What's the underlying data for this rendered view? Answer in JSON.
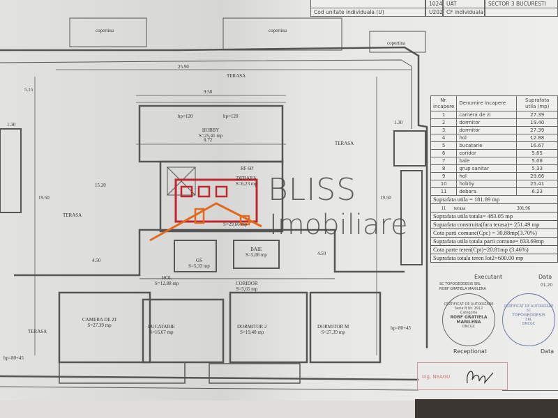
{
  "header": {
    "rows": [
      {
        "label": "Cod unitate individuala (U)",
        "value": "U202",
        "label2": "CF individuala",
        "value2": ""
      },
      {
        "label": "",
        "value": "1024",
        "label2": "UAT",
        "value2": "SECTOR 3 BUCURESTI"
      }
    ]
  },
  "plan": {
    "copertina": "copertina",
    "terasa": "TERASA",
    "dims": [
      "25.90",
      "9.50",
      "8.72",
      "19.50",
      "15.20",
      "4.50",
      "4.50",
      "5.15",
      "hp=120",
      "hp=120",
      "hp=80+45",
      "1.30",
      "1.30"
    ],
    "rooms": [
      {
        "name": "HOBBY",
        "area": "S=25,41 mp",
        "nr": "10"
      },
      {
        "name": "DEBARA",
        "area": "S=6,23 mp",
        "nr": "11"
      },
      {
        "name": "HOL",
        "area": "S=29,66 mp",
        "nr": "9"
      },
      {
        "name": "GS",
        "area": "S=5,33 mp",
        "nr": "8"
      },
      {
        "name": "BAIE",
        "area": "S=5,08 mp",
        "nr": "7"
      },
      {
        "name": "HOL",
        "area": "S=12,88 mp",
        "nr": "4"
      },
      {
        "name": "CORIDOR",
        "area": "S=5,65 mp",
        "nr": "6"
      },
      {
        "name": "CAMERA DE ZI",
        "area": "S=27,39 mp",
        "nr": "1"
      },
      {
        "name": "BUCATARIE",
        "area": "S=16,67 mp",
        "nr": "5"
      },
      {
        "name": "DORMITOR 2",
        "area": "S=19,40 mp",
        "nr": "2"
      },
      {
        "name": "DORMITOR M",
        "area": "S=27,39 mp",
        "nr": "3"
      }
    ],
    "rf": "RF 60'"
  },
  "table": {
    "headers": [
      "Nr. incapere",
      "Denumire incapere",
      "Suprafata utila (mp)"
    ],
    "rows": [
      [
        "1",
        "camera de zi",
        "27.39"
      ],
      [
        "2",
        "dormitor",
        "19.40"
      ],
      [
        "3",
        "dormitor",
        "27.39"
      ],
      [
        "4",
        "hol",
        "12.88"
      ],
      [
        "5",
        "bucatarie",
        "16.67"
      ],
      [
        "6",
        "coridor",
        "5.65"
      ],
      [
        "7",
        "baie",
        "5.08"
      ],
      [
        "8",
        "grup sanitar",
        "5.33"
      ],
      [
        "9",
        "hol",
        "29.66"
      ],
      [
        "10",
        "hobby",
        "25.41"
      ],
      [
        "11",
        "debara",
        "6.23"
      ]
    ],
    "suprafata_utila": "Suprafata utila = 181.09 mp",
    "terasa_row": [
      "11",
      "terasa",
      "301.96"
    ],
    "summary": [
      "Suprafata utila totala= 483.05 mp",
      "Suprafata construita(fara terasa)= 251.49 mp",
      "Cota parti comune(Cpc) = 30.88mp(3.70%)",
      "Suprafata utila totala parti comune= 833.69mp",
      "Cota parte teren(Cpt)=20.81mp (3.46%)",
      "Suprafata totala teren lot2=600.00 mp"
    ]
  },
  "signoff": {
    "executant": "Executant",
    "data": "Data",
    "date_value": "01.20",
    "company": "SC TOPOGEODESIS SRL",
    "person": "ROBF GRATIELA MARILENA",
    "receptionat": "Receptionat",
    "stamp1": [
      "CERTIFICAT DE AUTORIZARE",
      "Seria B Nr. 2912",
      "Categoria",
      "ROBF GRATIELA",
      "MARILENA",
      "ONCGC"
    ],
    "stamp2": [
      "CERTIFICAT DE AUTORIZARE",
      "SC",
      "TOPOGEODESIS",
      "SRL",
      "ONCGC"
    ],
    "stamp3": [
      "Ing. NEAGU"
    ]
  },
  "watermark": {
    "line1": "BLISS",
    "line2": "Imobiliare",
    "colors": {
      "house": "#c0262e",
      "roof": "#e06a1e"
    }
  }
}
